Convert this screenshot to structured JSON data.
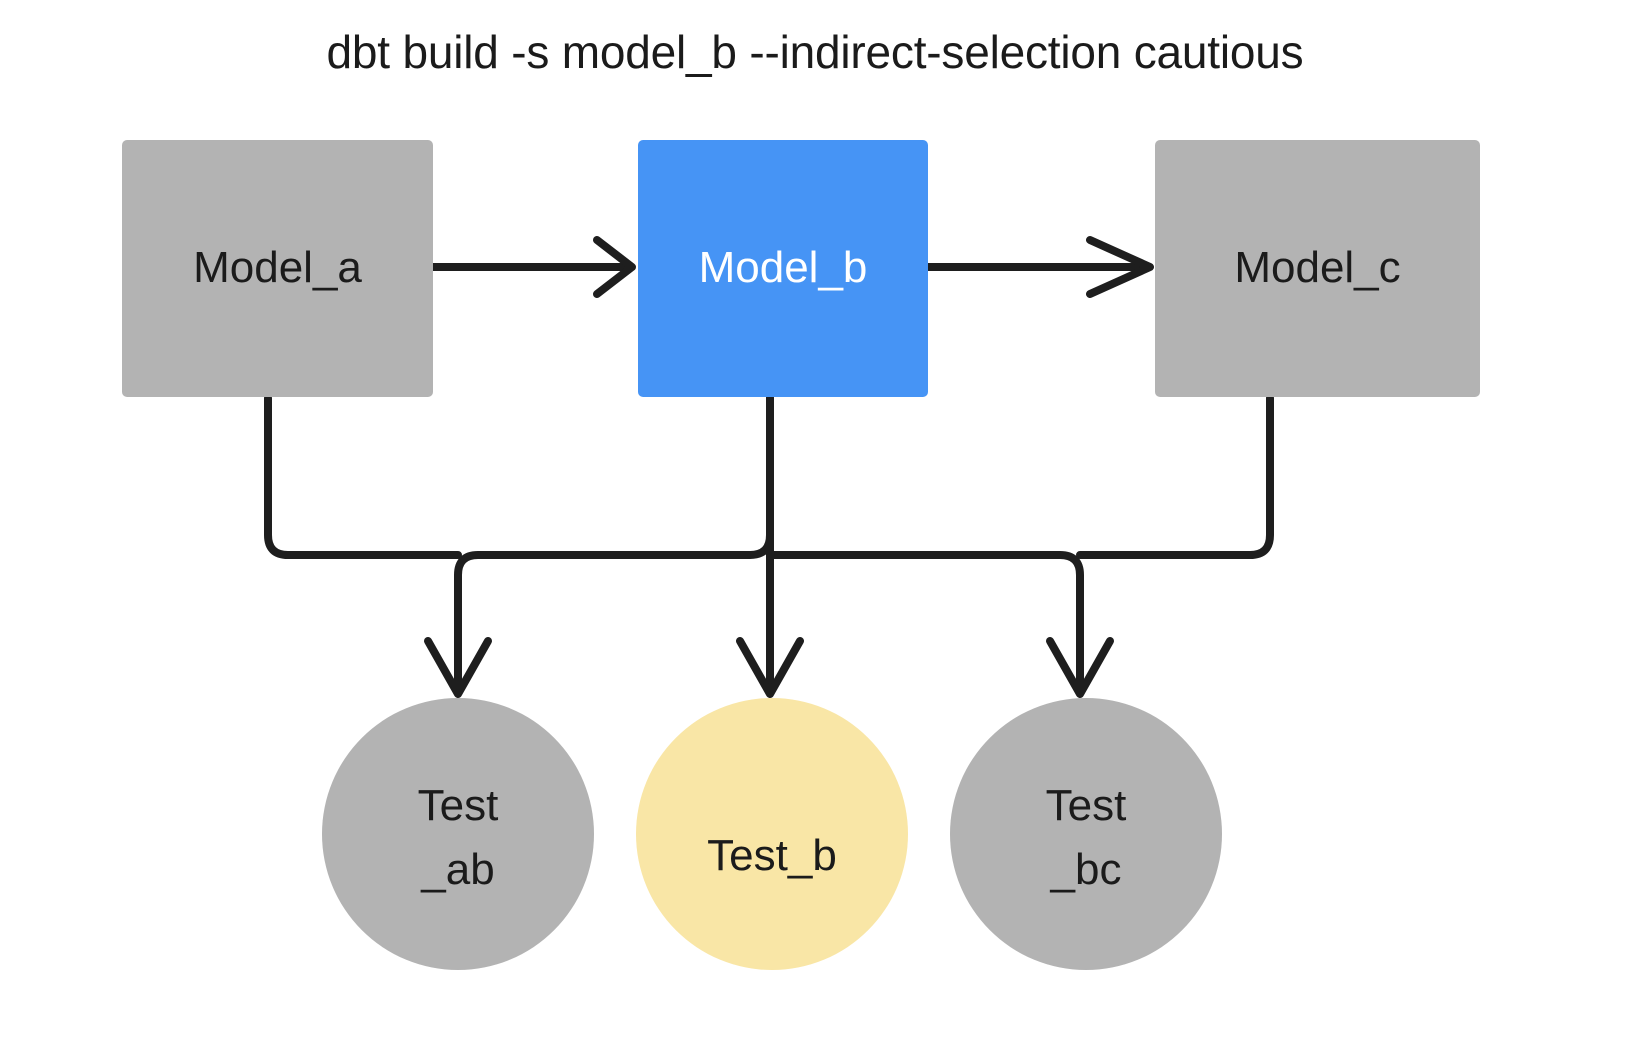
{
  "diagram": {
    "title": "dbt build -s model_b --indirect-selection cautious",
    "type": "dag",
    "background": "#ffffff",
    "colors": {
      "selected_model": "#4694f5",
      "unselected_node": "#b3b3b3",
      "selected_test": "#f9e6a6",
      "edge": "#1e1e1e",
      "text_dark": "#1b1b1b",
      "text_light": "#ffffff"
    },
    "models": [
      {
        "id": "model_a",
        "label": "Model_a",
        "shape": "rectangle",
        "fill": "#b3b3b3",
        "text_color": "#1b1b1b",
        "state": "not-selected"
      },
      {
        "id": "model_b",
        "label": "Model_b",
        "shape": "rectangle",
        "fill": "#4694f5",
        "text_color": "#ffffff",
        "state": "selected"
      },
      {
        "id": "model_c",
        "label": "Model_c",
        "shape": "rectangle",
        "fill": "#b3b3b3",
        "text_color": "#1b1b1b",
        "state": "not-selected"
      }
    ],
    "tests": [
      {
        "id": "test_ab",
        "label_line1": "Test",
        "label_line2": "_ab",
        "shape": "circle",
        "fill": "#b3b3b3",
        "text_color": "#1b1b1b",
        "state": "not-selected"
      },
      {
        "id": "test_b",
        "label_line1": "Test_b",
        "label_line2": "",
        "shape": "circle",
        "fill": "#f9e6a6",
        "text_color": "#1b1b1b",
        "state": "selected"
      },
      {
        "id": "test_bc",
        "label_line1": "Test",
        "label_line2": "_bc",
        "shape": "circle",
        "fill": "#b3b3b3",
        "text_color": "#1b1b1b",
        "state": "not-selected"
      }
    ],
    "edges": [
      {
        "from": "model_a",
        "to": "model_b",
        "style": "straight-arrow"
      },
      {
        "from": "model_b",
        "to": "model_c",
        "style": "straight-arrow"
      },
      {
        "from": "model_a",
        "to": "test_ab",
        "style": "elbow-arrow"
      },
      {
        "from": "model_b",
        "to": "test_ab",
        "style": "elbow-arrow"
      },
      {
        "from": "model_b",
        "to": "test_b",
        "style": "straight-arrow"
      },
      {
        "from": "model_b",
        "to": "test_bc",
        "style": "elbow-arrow"
      },
      {
        "from": "model_c",
        "to": "test_bc",
        "style": "elbow-arrow"
      }
    ]
  }
}
